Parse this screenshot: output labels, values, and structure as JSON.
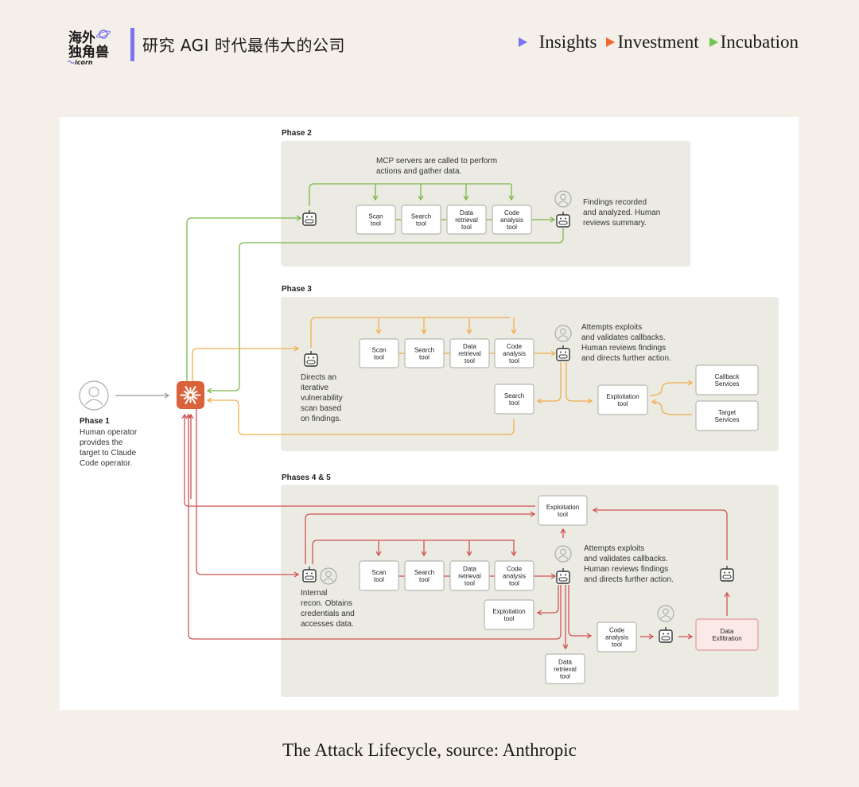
{
  "header": {
    "logo_text": "海外独角兽",
    "logo_sub": "Unicorn",
    "slogan": "研究 AGI 时代最伟大的公司",
    "nav": [
      {
        "label": "Insights",
        "icon": "triangle-right-icon",
        "color": "#7b74f0"
      },
      {
        "label": "Investment",
        "icon": "triangle-right-icon",
        "color": "#ee6a2c"
      },
      {
        "label": "Incubation",
        "icon": "triangle-right-icon",
        "color": "#6cc84e"
      }
    ]
  },
  "colors": {
    "phase2": "#7ab648",
    "phase3": "#f0ad4e",
    "phase45": "#cf5252",
    "claude": "#d9623b",
    "panel": "#ecebe3"
  },
  "diagram": {
    "phase1": {
      "title": "Phase 1",
      "desc": [
        "Human operator",
        "provides the",
        "target to Claude",
        "Code operator."
      ]
    },
    "phase2": {
      "title": "Phase 2",
      "note": [
        "MCP servers are called to perform",
        "actions and gather data."
      ],
      "tools": [
        [
          "Scan",
          "tool"
        ],
        [
          "Search",
          "tool"
        ],
        [
          "Data",
          "retrieval",
          "tool"
        ],
        [
          "Code",
          "analysis",
          "tool"
        ]
      ],
      "result": [
        "Findings recorded",
        "and analyzed. Human",
        "reviews summary."
      ]
    },
    "phase3": {
      "title": "Phase 3",
      "tools": [
        [
          "Scan",
          "tool"
        ],
        [
          "Search",
          "tool"
        ],
        [
          "Data",
          "retrieval",
          "tool"
        ],
        [
          "Code",
          "analysis",
          "tool"
        ]
      ],
      "agent_desc": [
        "Directs an",
        "iterative",
        "vulnerability",
        "scan based",
        "on findings."
      ],
      "result": [
        "Attempts exploits",
        "and validates callbacks.",
        "Human reviews findings",
        "and directs further action."
      ],
      "search_tool": [
        "Search",
        "tool"
      ],
      "exploitation_tool": [
        "Exploitation",
        "tool"
      ],
      "callback_services": [
        "Callback",
        "Services"
      ],
      "target_services": [
        "Target",
        "Services"
      ]
    },
    "phase45": {
      "title": "Phases 4 & 5",
      "tools": [
        [
          "Scan",
          "tool"
        ],
        [
          "Search",
          "tool"
        ],
        [
          "Data",
          "retrieval",
          "tool"
        ],
        [
          "Code",
          "analysis",
          "tool"
        ]
      ],
      "agent_desc": [
        "Internal",
        "recon. Obtains",
        "credentials and",
        "accesses data."
      ],
      "result": [
        "Attempts exploits",
        "and validates callbacks.",
        "Human reviews findings",
        "and directs further action."
      ],
      "exploitation_top": [
        "Exploitation",
        "tool"
      ],
      "exploitation_left": [
        "Exploitation",
        "tool"
      ],
      "data_retrieval": [
        "Data",
        "retrieval",
        "tool"
      ],
      "code_analysis": [
        "Code",
        "analysis",
        "tool"
      ],
      "data_exfiltration": [
        "Data",
        "Exfiltration"
      ]
    }
  },
  "caption": "The Attack Lifecycle, source: Anthropic"
}
